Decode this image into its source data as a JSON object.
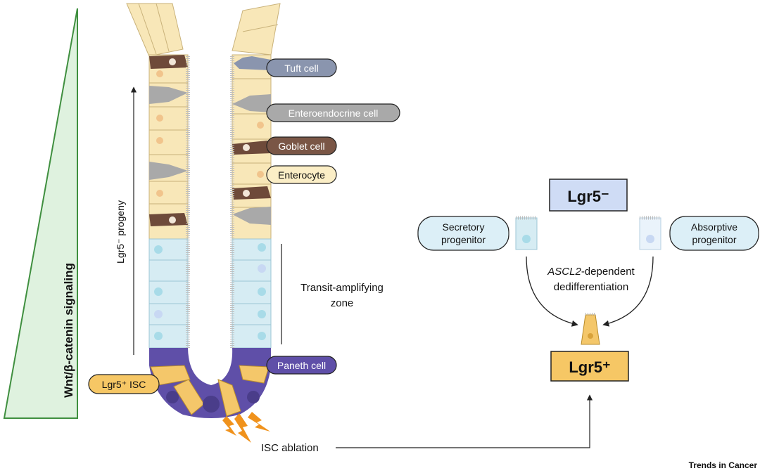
{
  "gradient_label": "Wnt/β-catenin signaling",
  "progeny_label": "Lgr5⁻ progeny",
  "zone_label_line1": "Transit-amplifying",
  "zone_label_line2": "zone",
  "cell_labels": {
    "tuft": "Tuft cell",
    "enteroendocrine": "Enteroendocrine cell",
    "goblet": "Goblet cell",
    "enterocyte": "Enterocyte",
    "paneth": "Paneth cell",
    "isc": "Lgr5⁺ ISC"
  },
  "ablation_label": "ISC ablation",
  "lgr5_neg_label": "Lgr5⁻",
  "lgr5_pos_label": "Lgr5⁺",
  "secretory_line1": "Secretory",
  "secretory_line2": "progenitor",
  "absorptive_line1": "Absorptive",
  "absorptive_line2": "progenitor",
  "dediff_line1_italic": "ASCL2",
  "dediff_line1_rest": "-dependent",
  "dediff_line2": "dedifferentiation",
  "footer_brand": "Trends in Cancer",
  "colors": {
    "gradient_fill": "#dff2df",
    "gradient_stroke": "#3f8f3f",
    "enterocyte": "#f8e7b8",
    "ta_cell": "#d6ecf3",
    "paneth": "#5f4fa8",
    "isc": "#f4c76a",
    "goblet": "#6e4a3a",
    "endocrine": "#a9a9a9",
    "tuft": "#8a95ae",
    "lgr5_neg_box": "#cfdcf5",
    "lgr5_pos_box": "#f6c765",
    "progenitor_box": "#dceff7",
    "bolt": "#f0921c"
  }
}
